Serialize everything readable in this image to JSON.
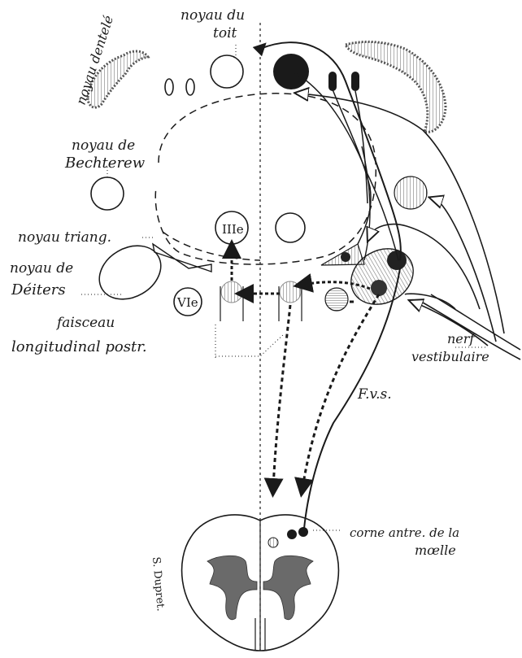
{
  "labels": {
    "noyau_du_toit_1": "noyau du",
    "noyau_du_toit_2": "toit",
    "noyau_dentele": "noyau dentelé",
    "bechterew_1": "noyau de",
    "bechterew_2": "Bechterew",
    "triang": "noyau triang.",
    "deiters_1": "noyau de",
    "deiters_2": "Déiters",
    "third_nucleus": "IIIe",
    "sixth_nucleus": "VIe",
    "faisceau_1": "faisceau",
    "faisceau_2": "longitudinal postr.",
    "nerf_1": "nerf",
    "nerf_2": "vestibulaire",
    "fvs": "F.v.s.",
    "corne_1": "corne antre. de la",
    "corne_2": "mœlle",
    "signature": "S. Dupret."
  },
  "colors": {
    "ink": "#1a1a1a",
    "hatch": "#8a8a8a",
    "paper": "#ffffff"
  }
}
